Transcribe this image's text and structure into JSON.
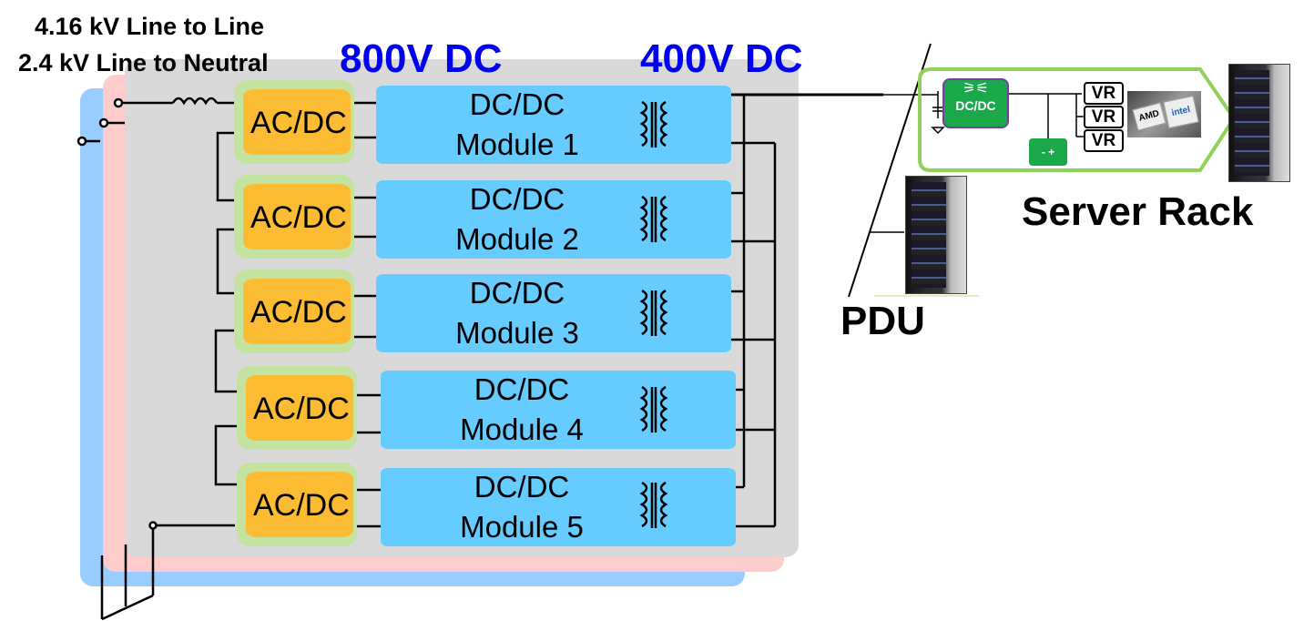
{
  "header": {
    "line_to_line": "4.16 kV Line to Line",
    "line_to_neutral": "2.4 kV Line to Neutral",
    "bus_800": "800V DC",
    "bus_400": "400V DC"
  },
  "modules": [
    {
      "acdc": "AC/DC",
      "dcdc_line1": "DC/DC",
      "dcdc_line2": "Module 1"
    },
    {
      "acdc": "AC/DC",
      "dcdc_line1": "DC/DC",
      "dcdc_line2": "Module 2"
    },
    {
      "acdc": "AC/DC",
      "dcdc_line1": "DC/DC",
      "dcdc_line2": "Module 3"
    },
    {
      "acdc": "AC/DC",
      "dcdc_line1": "DC/DC",
      "dcdc_line2": "Module 4"
    },
    {
      "acdc": "AC/DC",
      "dcdc_line1": "DC/DC",
      "dcdc_line2": "Module 5"
    }
  ],
  "pdu": {
    "label": "PDU"
  },
  "server_rack": {
    "label": "Server Rack",
    "dcdc_label": "DC/DC",
    "vr_labels": [
      "VR",
      "VR",
      "VR"
    ],
    "cpu_brands": [
      "AMD",
      "intel"
    ],
    "battery_symbol": "- +"
  },
  "colors": {
    "phase_blue": "#99ccff",
    "phase_pink": "#ffcccc",
    "phase_gray": "#d9d9d9",
    "acdc_fill": "#fbbb33",
    "acdc_glow": "#c5e3a0",
    "dcdc_fill": "#66ccff",
    "bus_label": "#0000ee",
    "rack_dcdc": "#1aa84a",
    "zoom_frame": "#8fd15a"
  }
}
